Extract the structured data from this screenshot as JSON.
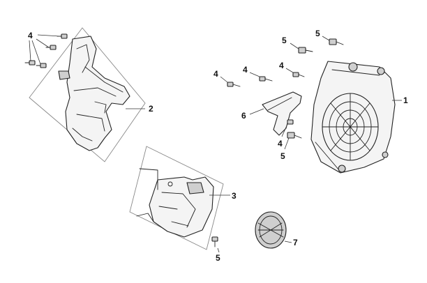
{
  "diagram": {
    "callouts": {
      "part1": "1",
      "part2": "2",
      "part3": "3",
      "part4": "4",
      "part5": "5",
      "part6": "6",
      "part7": "7"
    }
  }
}
